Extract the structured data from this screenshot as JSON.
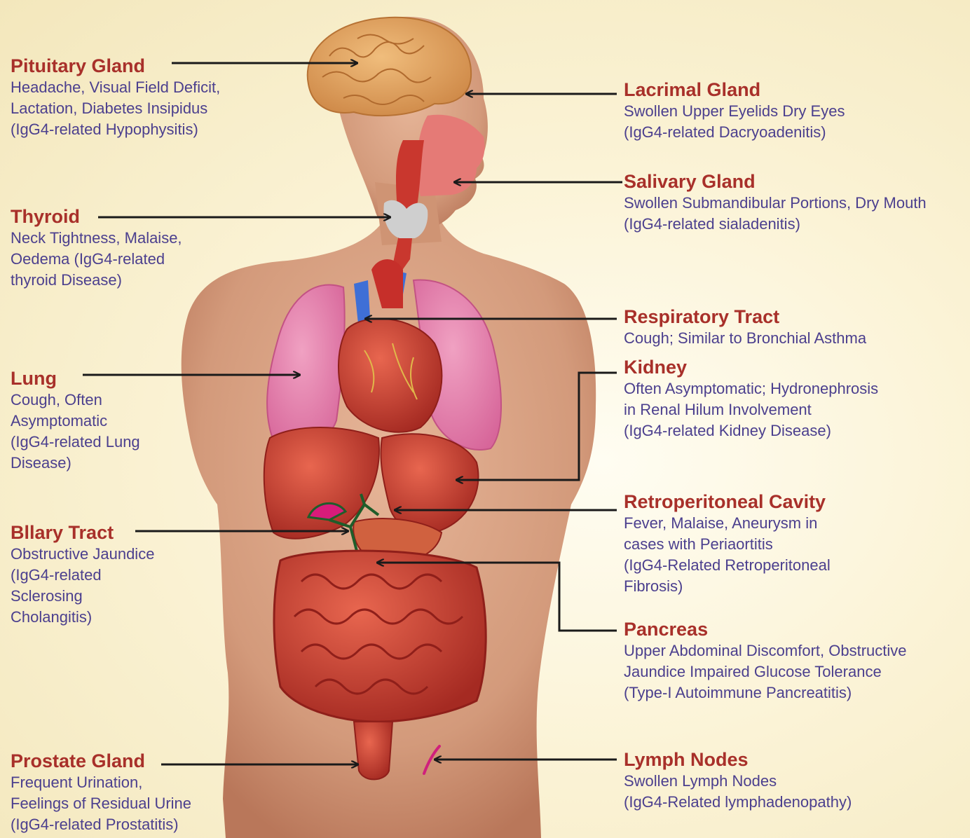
{
  "labels": {
    "pituitary": {
      "title": "Pituitary Gland",
      "lines": [
        "Headache, Visual Field Deficit,",
        "Lactation, Diabetes Insipidus",
        "(IgG4-related Hypophysitis)"
      ]
    },
    "thyroid": {
      "title": "Thyroid",
      "lines": [
        "Neck Tightness, Malaise,",
        "Oedema (IgG4-related",
        "thyroid Disease)"
      ]
    },
    "lung": {
      "title": "Lung",
      "lines": [
        "Cough, Often",
        "Asymptomatic",
        "(IgG4-related Lung",
        "Disease)"
      ]
    },
    "biliary": {
      "title": "Bllary Tract",
      "lines": [
        "Obstructive Jaundice",
        "(IgG4-related",
        "Sclerosing",
        "Cholangitis)"
      ]
    },
    "prostate": {
      "title": "Prostate Gland",
      "lines": [
        "Frequent Urination,",
        "Feelings of Residual Urine",
        "(IgG4-related Prostatitis)"
      ]
    },
    "lacrimal": {
      "title": "Lacrimal Gland",
      "lines": [
        "Swollen Upper Eyelids Dry Eyes",
        "(IgG4-related Dacryoadenitis)"
      ]
    },
    "salivary": {
      "title": "Salivary Gland",
      "lines": [
        "Swollen Submandibular Portions, Dry Mouth",
        "(IgG4-related sialadenitis)"
      ]
    },
    "respiratory": {
      "title": "Respiratory Tract",
      "lines": [
        "Cough; Similar to Bronchial Asthma"
      ]
    },
    "kidney": {
      "title": "Kidney",
      "lines": [
        "Often Asymptomatic; Hydronephrosis",
        "in Renal Hilum Involvement",
        "(IgG4-related Kidney Disease)"
      ]
    },
    "retroperitoneal": {
      "title": "Retroperitoneal Cavity",
      "lines": [
        "Fever, Malaise, Aneurysm in",
        "cases with Periaortitis",
        "(IgG4-Related Retroperitoneal",
        "Fibrosis)"
      ]
    },
    "pancreas": {
      "title": "Pancreas",
      "lines": [
        "Upper Abdominal Discomfort, Obstructive",
        "Jaundice Impaired Glucose Tolerance",
        "(Type-I Autoimmune Pancreatitis)"
      ]
    },
    "lymph": {
      "title": "Lymph Nodes",
      "lines": [
        "Swollen Lymph Nodes",
        "(IgG4-Related lymphadenopathy)"
      ]
    }
  },
  "colors": {
    "title": "#a8302a",
    "description": "#4b3f8e",
    "pointer": "#1a1a1a",
    "skin": "#dba384",
    "brain": "#e3a15e",
    "lung": "#e783ab",
    "heart": "#c8332b",
    "liver": "#c9442e",
    "intestine": "#c8453a",
    "vein": "#3f6fd6",
    "thyroid": "#cfcfcf",
    "gallbladder": "#d81b7a",
    "lymph": "#d0207c"
  }
}
